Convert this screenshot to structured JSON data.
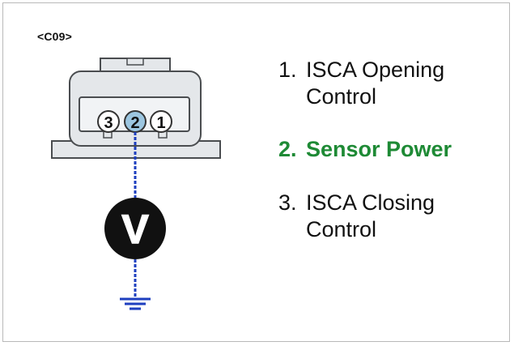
{
  "connector": {
    "id": "<C09>",
    "pins": [
      {
        "label": "3",
        "highlighted": false
      },
      {
        "label": "2",
        "highlighted": true
      },
      {
        "label": "1",
        "highlighted": false
      }
    ]
  },
  "meter": {
    "symbol": "V"
  },
  "legend": [
    {
      "num": "1.",
      "text": "ISCA Opening Control",
      "highlight": false
    },
    {
      "num": "2.",
      "text": "Sensor Power",
      "highlight": true
    },
    {
      "num": "3.",
      "text": "ISCA Closing Control",
      "highlight": false
    }
  ],
  "colors": {
    "connector_fill": "#e4e7ea",
    "connector_stroke": "#4a4d50",
    "highlight_pin": "#9cc6e0",
    "probe_wire": "#1e3fbf",
    "highlight_text": "#1e8a35",
    "meter_fill": "#111111",
    "meter_symbol": "#ffffff"
  }
}
